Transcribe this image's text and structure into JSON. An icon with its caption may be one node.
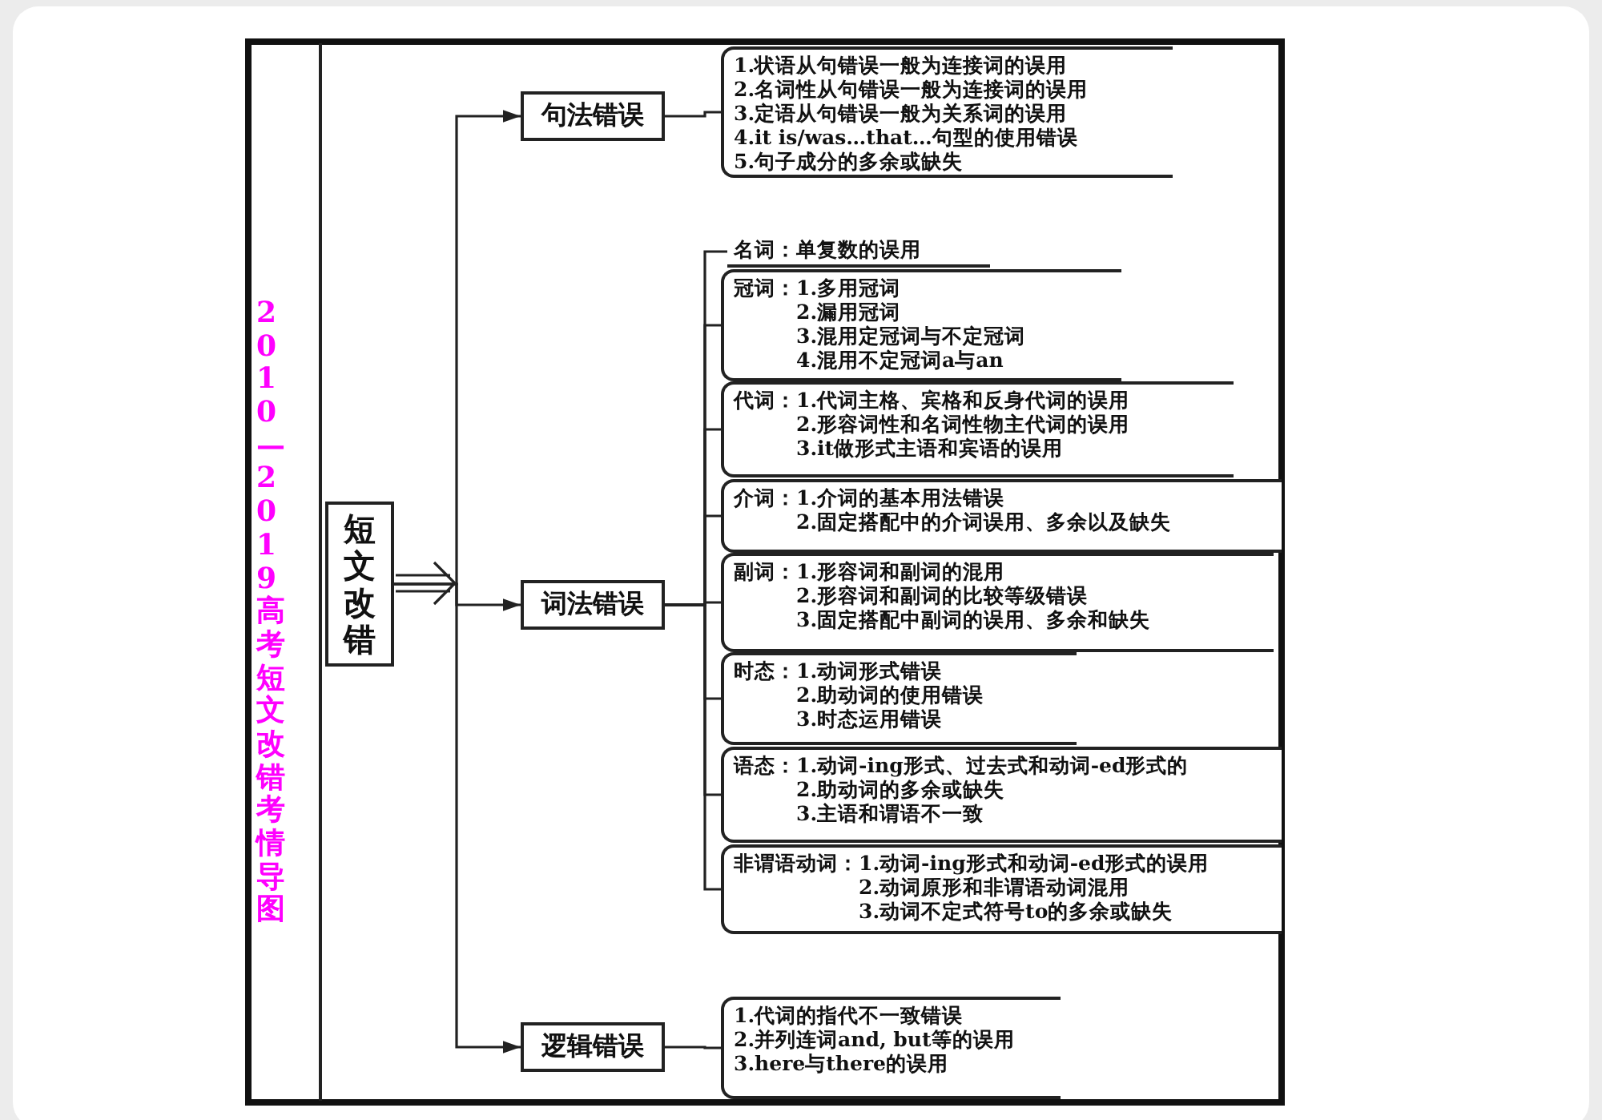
{
  "diagram": {
    "title": "2010—2019高考短文改错考情导图",
    "nodes": [
      {
        "text": [
          "短文改错"
        ]
      },
      {
        "text": [
          "句法错误"
        ]
      },
      {
        "text": [
          "词法错误"
        ]
      },
      {
        "text": [
          "逻辑错误"
        ]
      },
      {
        "text": [
          "1.状语从句错误一般为连接词的误用",
          "2.名词性从句错误一般为连接词的误用",
          "3.定语从句错误一般为关系词的误用",
          "4.it is/was…that…句型的使用错误",
          "5.句子成分的多余或缺失"
        ]
      },
      {
        "text": [
          "名词：单复数的误用"
        ]
      },
      {
        "text": [
          "冠词：",
          "1.多用冠词",
          "2.漏用冠词",
          "3.混用定冠词与不定冠词",
          "4.混用不定冠词a与an"
        ]
      },
      {
        "text": [
          "代词：",
          "1.代词主格、宾格和反身代词的误用",
          "2.形容词性和名词性物主代词的误用",
          "3.it做形式主语和宾语的误用"
        ]
      },
      {
        "text": [
          "介词：",
          "1.介词的基本用法错误",
          "2.固定搭配中的介词误用、多余以及缺失"
        ]
      },
      {
        "text": [
          "副词：",
          "1.形容词和副词的混用",
          "2.形容词和副词的比较等级错误",
          "3.固定搭配中副词的误用、多余和缺失"
        ]
      },
      {
        "text": [
          "时态：",
          "1.动词形式错误",
          "2.助动词的使用错误",
          "3.时态运用错误"
        ]
      },
      {
        "text": [
          "语态：",
          "1.动词-ing形式、过去式和动词-ed形式的",
          "2.助动词的多余或缺失",
          "3.主语和谓语不一致"
        ]
      },
      {
        "text": [
          "非谓语动词：",
          "1.动词-ing形式和动词-ed形式的误用",
          "2.动词原形和非谓语动词混用",
          "3.动词不定式符号to的多余或缺失"
        ]
      },
      {
        "text": [
          "1.代词的指代不一致错误",
          "2.并列连词and, but等的误用",
          "3.here与there的误用"
        ]
      }
    ],
    "edges": [
      {
        "from": 0,
        "to": 1,
        "arrow": "to"
      },
      {
        "from": 0,
        "to": 2,
        "arrow": "to"
      },
      {
        "from": 0,
        "to": 3,
        "arrow": "to"
      },
      {
        "from": 1,
        "to": 4,
        "arrow": "none"
      },
      {
        "from": 2,
        "to": 5,
        "arrow": "none"
      },
      {
        "from": 2,
        "to": 6,
        "arrow": "none"
      },
      {
        "from": 2,
        "to": 7,
        "arrow": "none"
      },
      {
        "from": 2,
        "to": 8,
        "arrow": "none"
      },
      {
        "from": 2,
        "to": 9,
        "arrow": "none"
      },
      {
        "from": 2,
        "to": 10,
        "arrow": "none"
      },
      {
        "from": 2,
        "to": 11,
        "arrow": "none"
      },
      {
        "from": 2,
        "to": 12,
        "arrow": "none"
      },
      {
        "from": 3,
        "to": 13,
        "arrow": "none"
      }
    ]
  }
}
